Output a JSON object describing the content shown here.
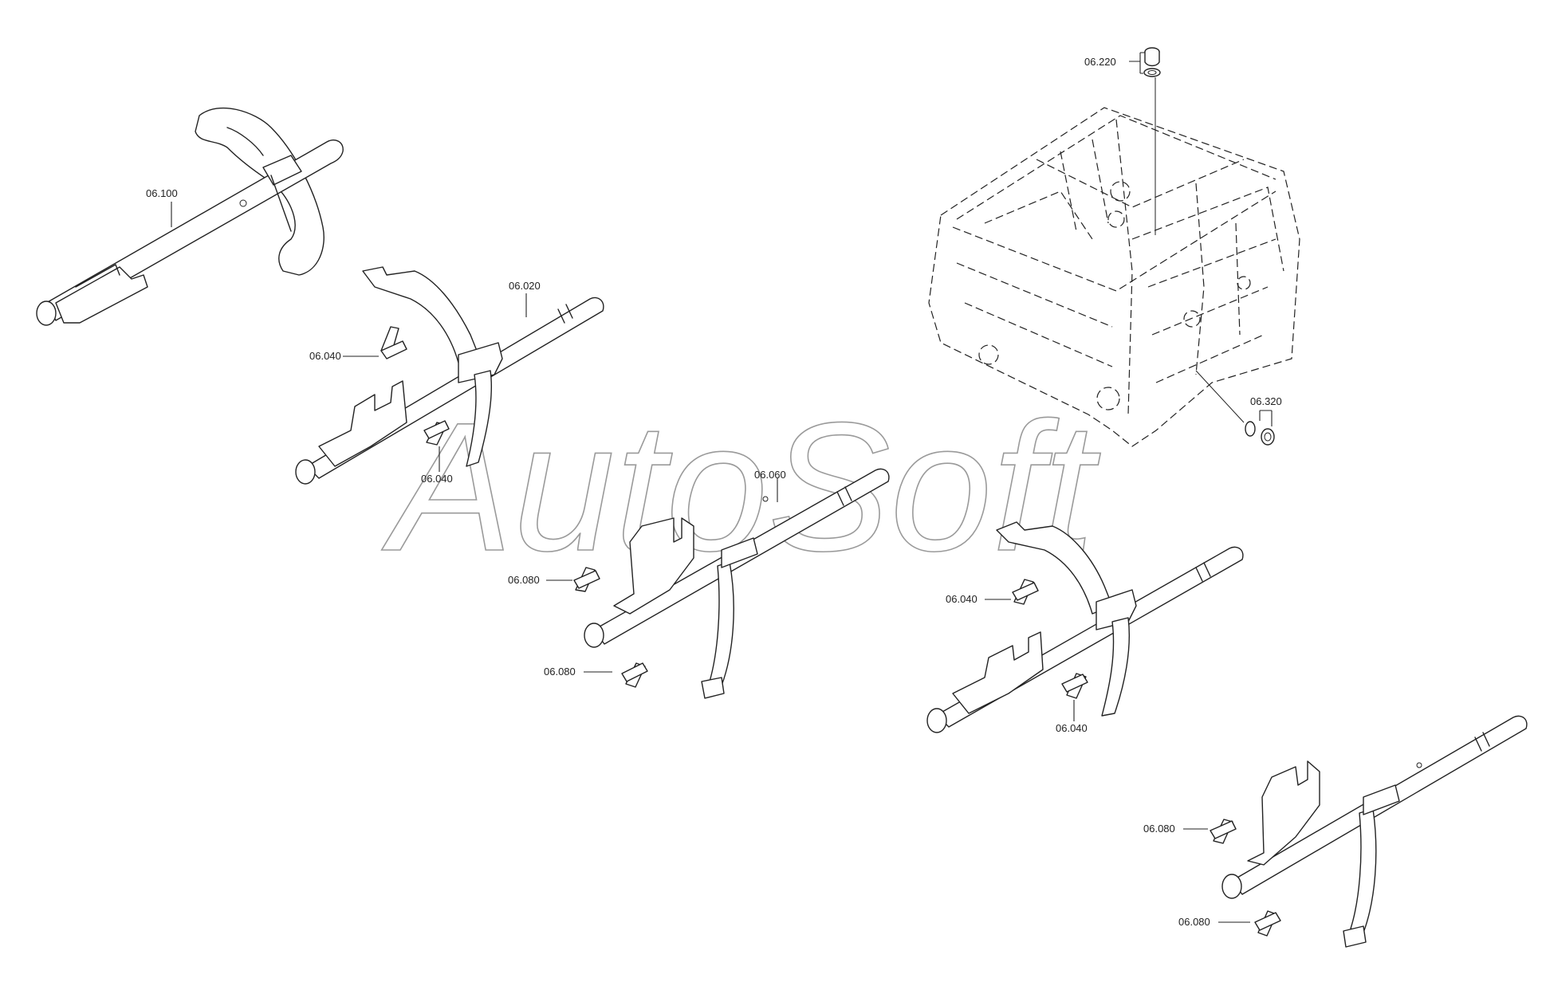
{
  "watermark": "AutoSoft",
  "labels": {
    "l_06100": "06.100",
    "l_06020": "06.020",
    "l_06040_a": "06.040",
    "l_06040_b": "06.040",
    "l_06060": "06.060",
    "l_06080_a": "06.080",
    "l_06080_b": "06.080",
    "l_06040_c": "06.040",
    "l_06040_d": "06.040",
    "l_06080_c": "06.080",
    "l_06080_d": "06.080",
    "l_06220": "06.220",
    "l_06320": "06.320"
  }
}
